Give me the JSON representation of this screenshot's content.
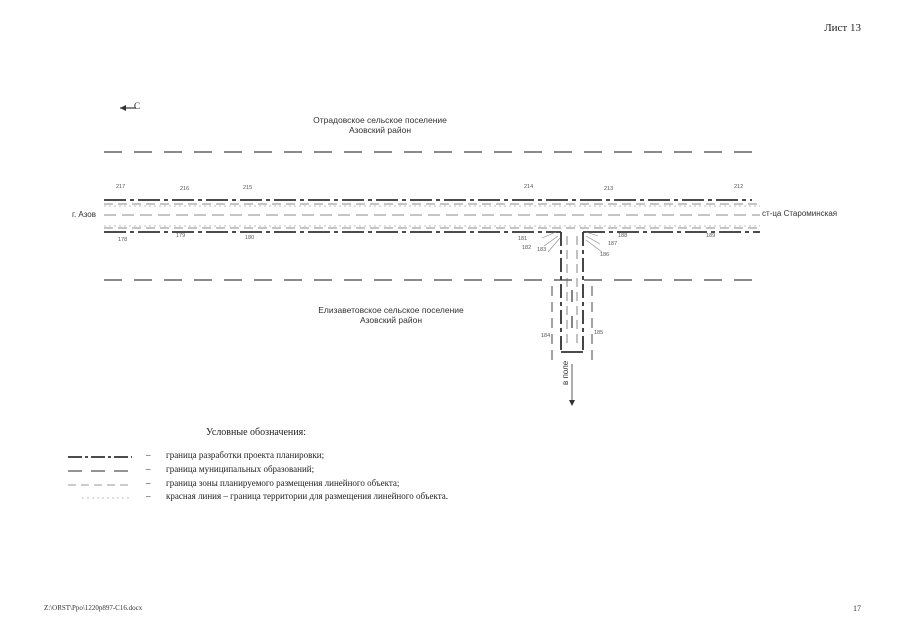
{
  "header": {
    "sheet_label": "Лист 13"
  },
  "map": {
    "north_arrow": "C",
    "area_top": {
      "line1": "Отрадовское сельское поселение",
      "line2": "Азовский район"
    },
    "area_bottom": {
      "line1": "Елизаветовское сельское поселение",
      "line2": "Азовский район"
    },
    "road_west": "г. Азов",
    "road_east": "ст-ца Староминская",
    "road_south": "в поле",
    "points": [
      "217",
      "216",
      "215",
      "214",
      "213",
      "212",
      "178",
      "179",
      "180",
      "181",
      "182",
      "183",
      "188",
      "187",
      "186",
      "189",
      "184",
      "185"
    ]
  },
  "legend": {
    "title": "Условные обозначения:",
    "dash": "–",
    "items": [
      {
        "text": "граница разработки проекта планировки;"
      },
      {
        "text": "граница муниципальных образований;"
      },
      {
        "text": "граница зоны планируемого размещения линейного объекта;"
      },
      {
        "text": "красная линия – граница территории для размещения линейного объекта."
      }
    ]
  },
  "footer": {
    "path": "Z:\\ORST\\Ppo\\1220p897-C16.docx",
    "page_number": "17"
  }
}
